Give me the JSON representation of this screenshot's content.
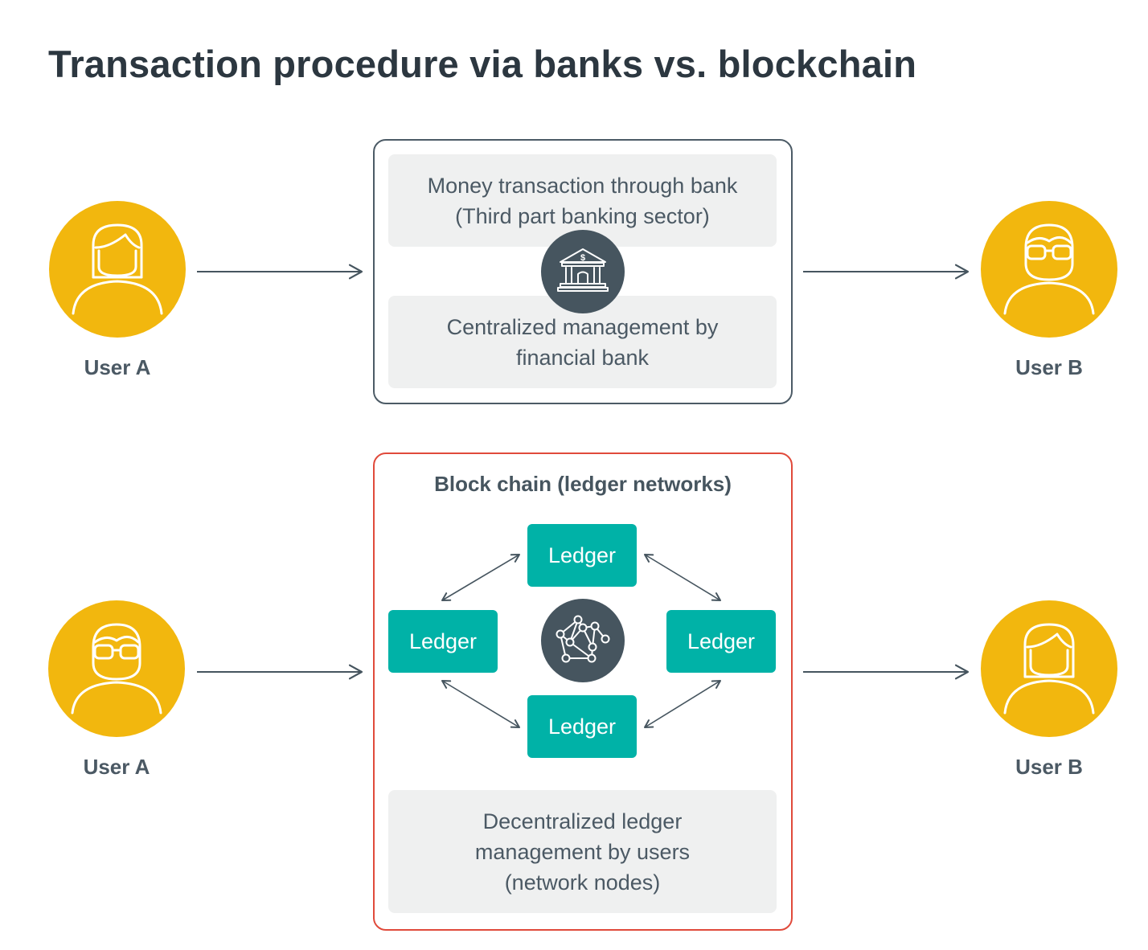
{
  "title": "Transaction procedure via banks vs. blockchain",
  "bank_section": {
    "user_left": {
      "label": "User A",
      "icon": "user-female-icon"
    },
    "user_right": {
      "label": "User B",
      "icon": "user-glasses-icon"
    },
    "top_panel": [
      "Money transaction through bank",
      "(Third part banking sector)"
    ],
    "bottom_panel": [
      "Centralized management by",
      "financial bank"
    ],
    "center_icon": "bank-icon"
  },
  "blockchain_section": {
    "user_left": {
      "label": "User A",
      "icon": "user-glasses-icon"
    },
    "user_right": {
      "label": "User B",
      "icon": "user-female-icon"
    },
    "heading": "Block chain (ledger networks)",
    "ledgers": {
      "top": "Ledger",
      "left": "Ledger",
      "right": "Ledger",
      "bottom": "Ledger"
    },
    "center_icon": "network-icon",
    "bottom_panel": [
      "Decentralized ledger",
      "management by users",
      "(network nodes)"
    ]
  },
  "colors": {
    "avatar": "#f2b70e",
    "ledger": "#00b2a7",
    "dark": "#46555f",
    "blockchain_border": "#e04a3b",
    "panel": "#eff0f0"
  }
}
